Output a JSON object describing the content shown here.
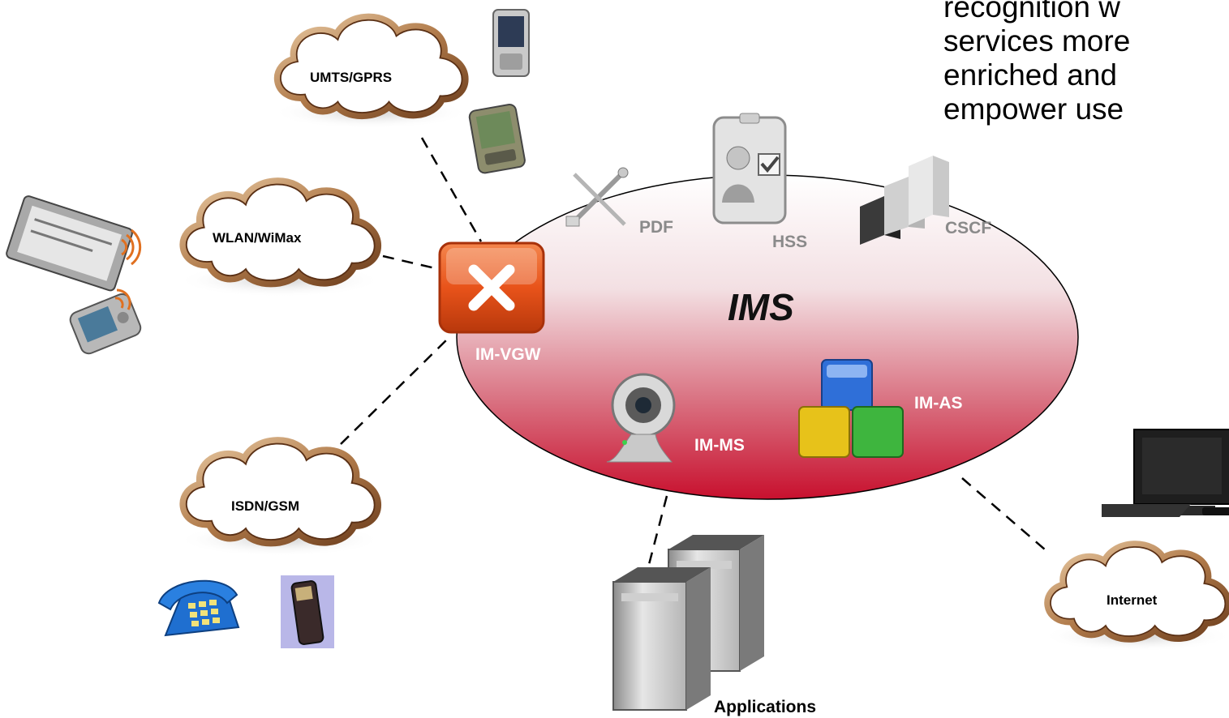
{
  "intro_lines": [
    "recognition w",
    "services more",
    "enriched and",
    "empower use"
  ],
  "core": {
    "title": "IMS"
  },
  "components": {
    "pdf": "PDF",
    "hss": "HSS",
    "cscf": "CSCF",
    "gateway": "IM-VGW",
    "media_server": "IM-MS",
    "app_server": "IM-AS"
  },
  "networks": {
    "umts": "UMTS/GPRS",
    "wlan": "WLAN/WiMax",
    "isdn": "ISDN/GSM",
    "internet": "Internet"
  },
  "applications": "Applications",
  "colors": {
    "ellipse_top": "#ffffff",
    "ellipse_bottom": "#c8102e",
    "gateway": "#e8531a",
    "cloud": "#b07a4a",
    "component_label": "#8a8a8a"
  }
}
